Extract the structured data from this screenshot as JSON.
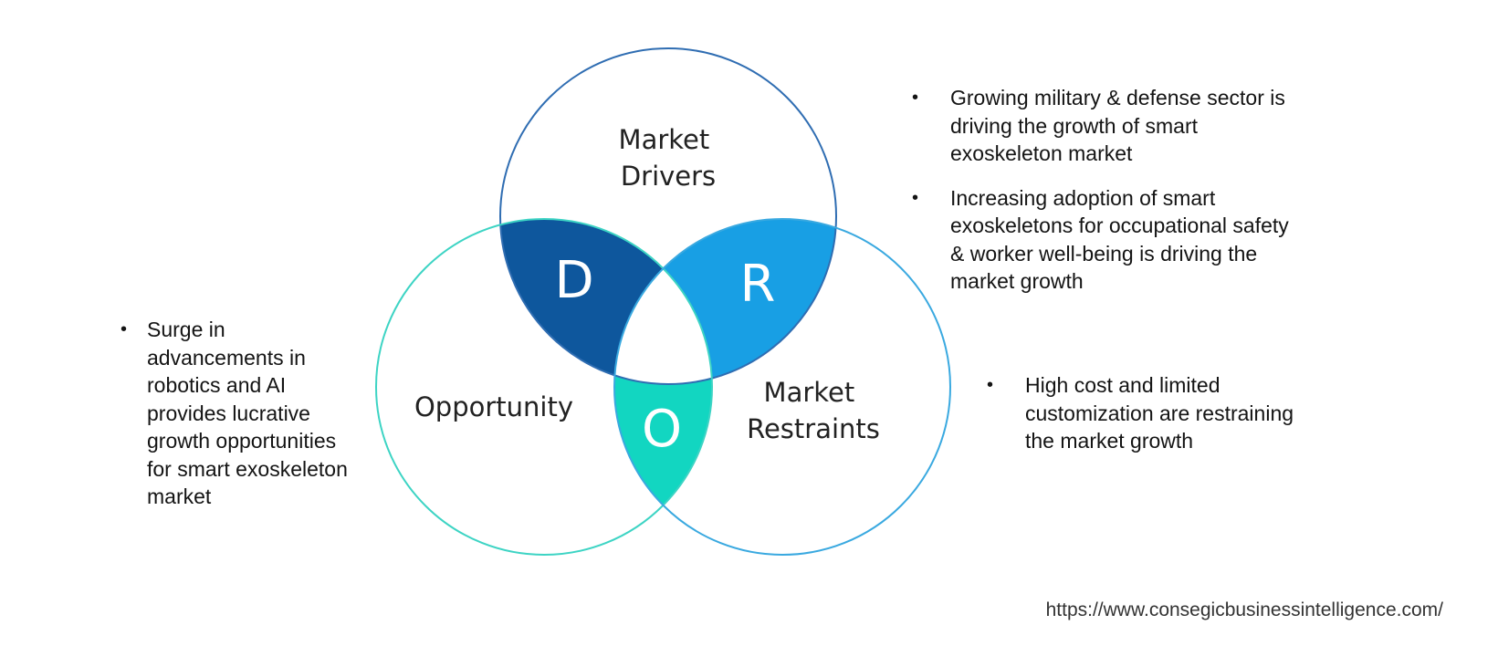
{
  "diagram": {
    "type": "venn",
    "circles": {
      "drivers": {
        "label_lines": [
          "Market",
          "Drivers"
        ],
        "stroke": "#2f6db2"
      },
      "opportunity": {
        "label_lines": [
          "Opportunity"
        ],
        "stroke": "#3dd4c4"
      },
      "restraints": {
        "label_lines": [
          "Market",
          "Restraints"
        ],
        "stroke": "#3aa9e0"
      }
    },
    "intersections": {
      "d": {
        "letter": "D",
        "fill": "#0e579d"
      },
      "r": {
        "letter": "R",
        "fill": "#189fe4"
      },
      "o": {
        "letter": "O",
        "fill": "#12d6c1"
      }
    }
  },
  "drivers_points": [
    "Growing military & defense sector is driving the growth of smart exoskeleton market",
    "Increasing adoption of smart exoskeletons for occupational safety & worker well-being is driving the market growth"
  ],
  "restraints_points": [
    "High cost and limited customization are restraining the market growth"
  ],
  "opportunity_points": [
    "Surge in advancements in robotics and AI provides lucrative growth opportunities for smart exoskeleton market"
  ],
  "bullet_symbol": "•",
  "source_url": "https://www.consegicbusinessintelligence.com/"
}
